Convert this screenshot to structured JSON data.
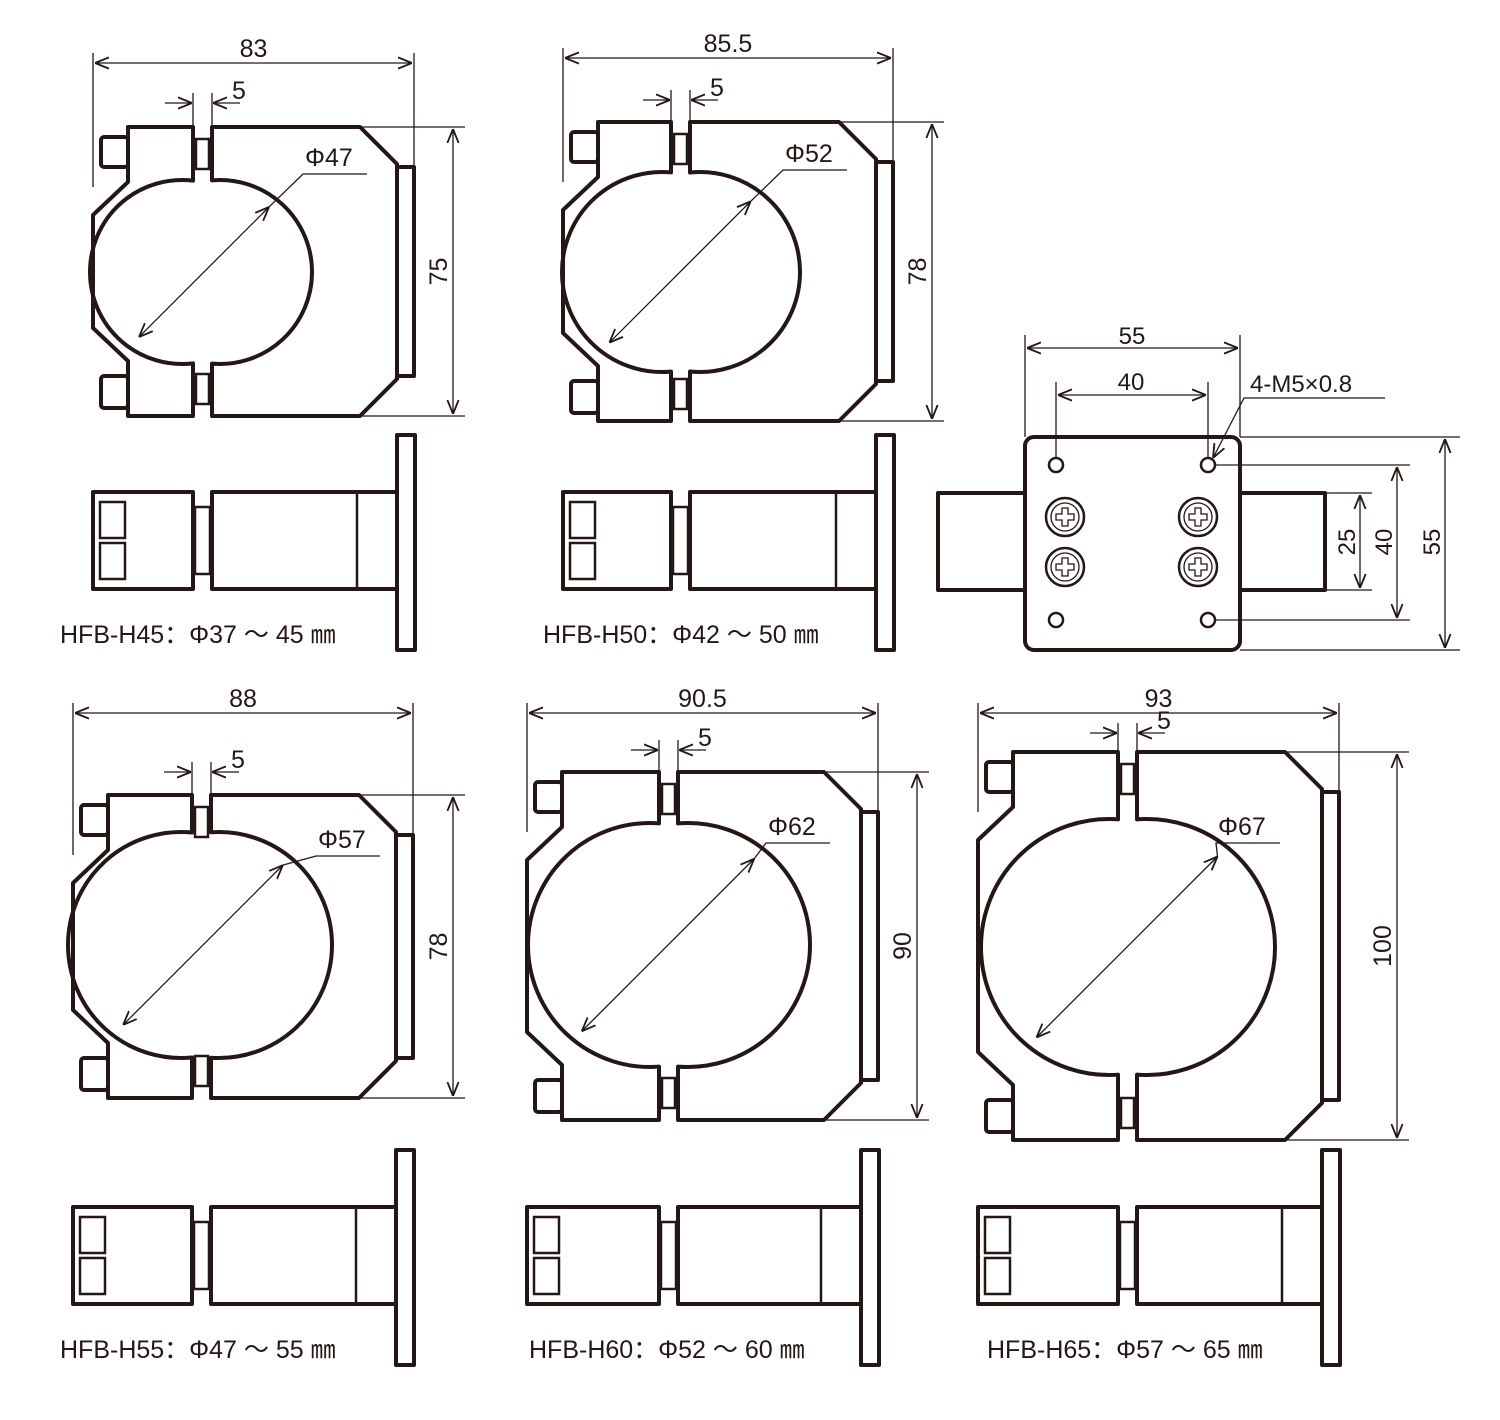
{
  "colors": {
    "ink": "#231815",
    "background": "#ffffff"
  },
  "models": [
    {
      "label": "HFB-H45：Φ37 ～ 45 ㎜",
      "width": "83",
      "gap": "5",
      "diameter": "Φ47",
      "height": "75"
    },
    {
      "label": "HFB-H50：Φ42 ～ 50 ㎜",
      "width": "85.5",
      "gap": "5",
      "diameter": "Φ52",
      "height": "78"
    },
    {
      "label": "HFB-H55：Φ47 ～ 55 ㎜",
      "width": "88",
      "gap": "5",
      "diameter": "Φ57",
      "height": "78"
    },
    {
      "label": "HFB-H60：Φ52 ～ 60 ㎜",
      "width": "90.5",
      "gap": "5",
      "diameter": "Φ62",
      "height": "90"
    },
    {
      "label": "HFB-H65：Φ57 ～ 65 ㎜",
      "width": "93",
      "gap": "5",
      "diameter": "Φ67",
      "height": "100"
    }
  ],
  "mount_plate": {
    "width_outer": "55",
    "width_holes": "40",
    "thread_callout": "4-M5×0.8",
    "height_bar": "25",
    "height_holes": "40",
    "height_outer": "55"
  }
}
